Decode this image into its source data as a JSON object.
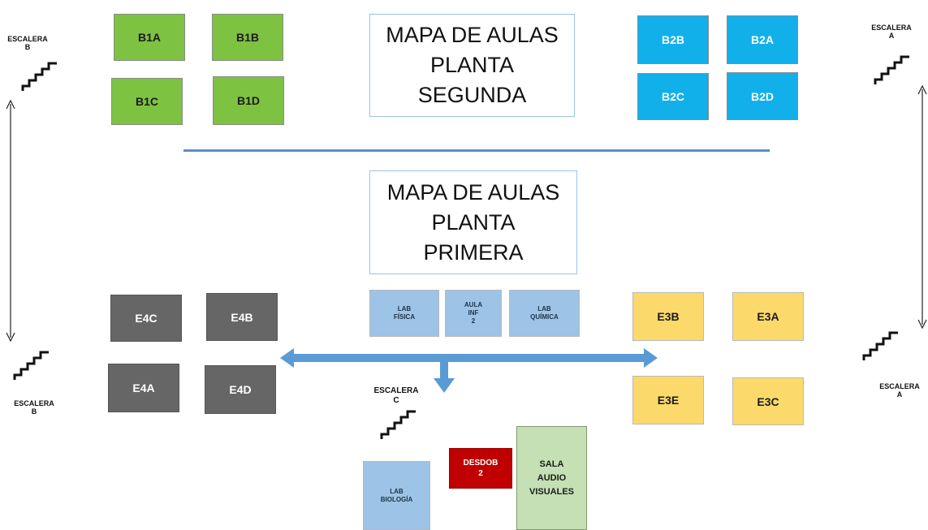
{
  "title_floor2": "MAPA DE AULAS\nPLANTA\nSEGUNDA",
  "title_floor1": "MAPA DE AULAS\nPLANTA\nPRIMERA",
  "stairs": {
    "b_top": "ESCALERA\nB",
    "b_bottom": "ESCALERA\nB",
    "a_top": "ESCALERA\nA",
    "a_bottom": "ESCALERA\nA",
    "c": "ESCALERA\nC"
  },
  "floor2_rooms": {
    "b1a": "B1A",
    "b1b": "B1B",
    "b1c": "B1C",
    "b1d": "B1D",
    "b2b": "B2B",
    "b2a": "B2A",
    "b2c": "B2C",
    "b2d": "B2D"
  },
  "floor1_rooms": {
    "e4c": "E4C",
    "e4b": "E4B",
    "e4a": "E4A",
    "e4d": "E4D",
    "e3b": "E3B",
    "e3a": "E3A",
    "e3e": "E3E",
    "e3c": "E3C",
    "lab_fisica": "LAB\nFÍSICA",
    "aula_inf2": "AULA\nINF\n2",
    "lab_quimica": "LAB\nQUÍMICA",
    "desdob2": "DESDOB\n2",
    "sala_audiovisuales": "SALA\nAUDIO\nVISUALES",
    "lab_biologia": "LAB\nBIOLOGÍA"
  },
  "colors": {
    "floor2_left": "#7ec242",
    "floor2_right": "#12b0ea",
    "floor1_left": "#666666",
    "floor1_right": "#fbd96b",
    "labs": "#9dc3e6",
    "desdob": "#c00000",
    "audiovisual": "#c5e0b4",
    "divider": "#5b8fc7",
    "arrows": "#5b9bd5"
  },
  "icons": {
    "stairs": "stairs-icon",
    "vertical_arrow": "double-arrow-vertical-icon",
    "horizontal_arrow": "double-arrow-horizontal-icon",
    "down_arrow": "arrow-down-icon"
  }
}
